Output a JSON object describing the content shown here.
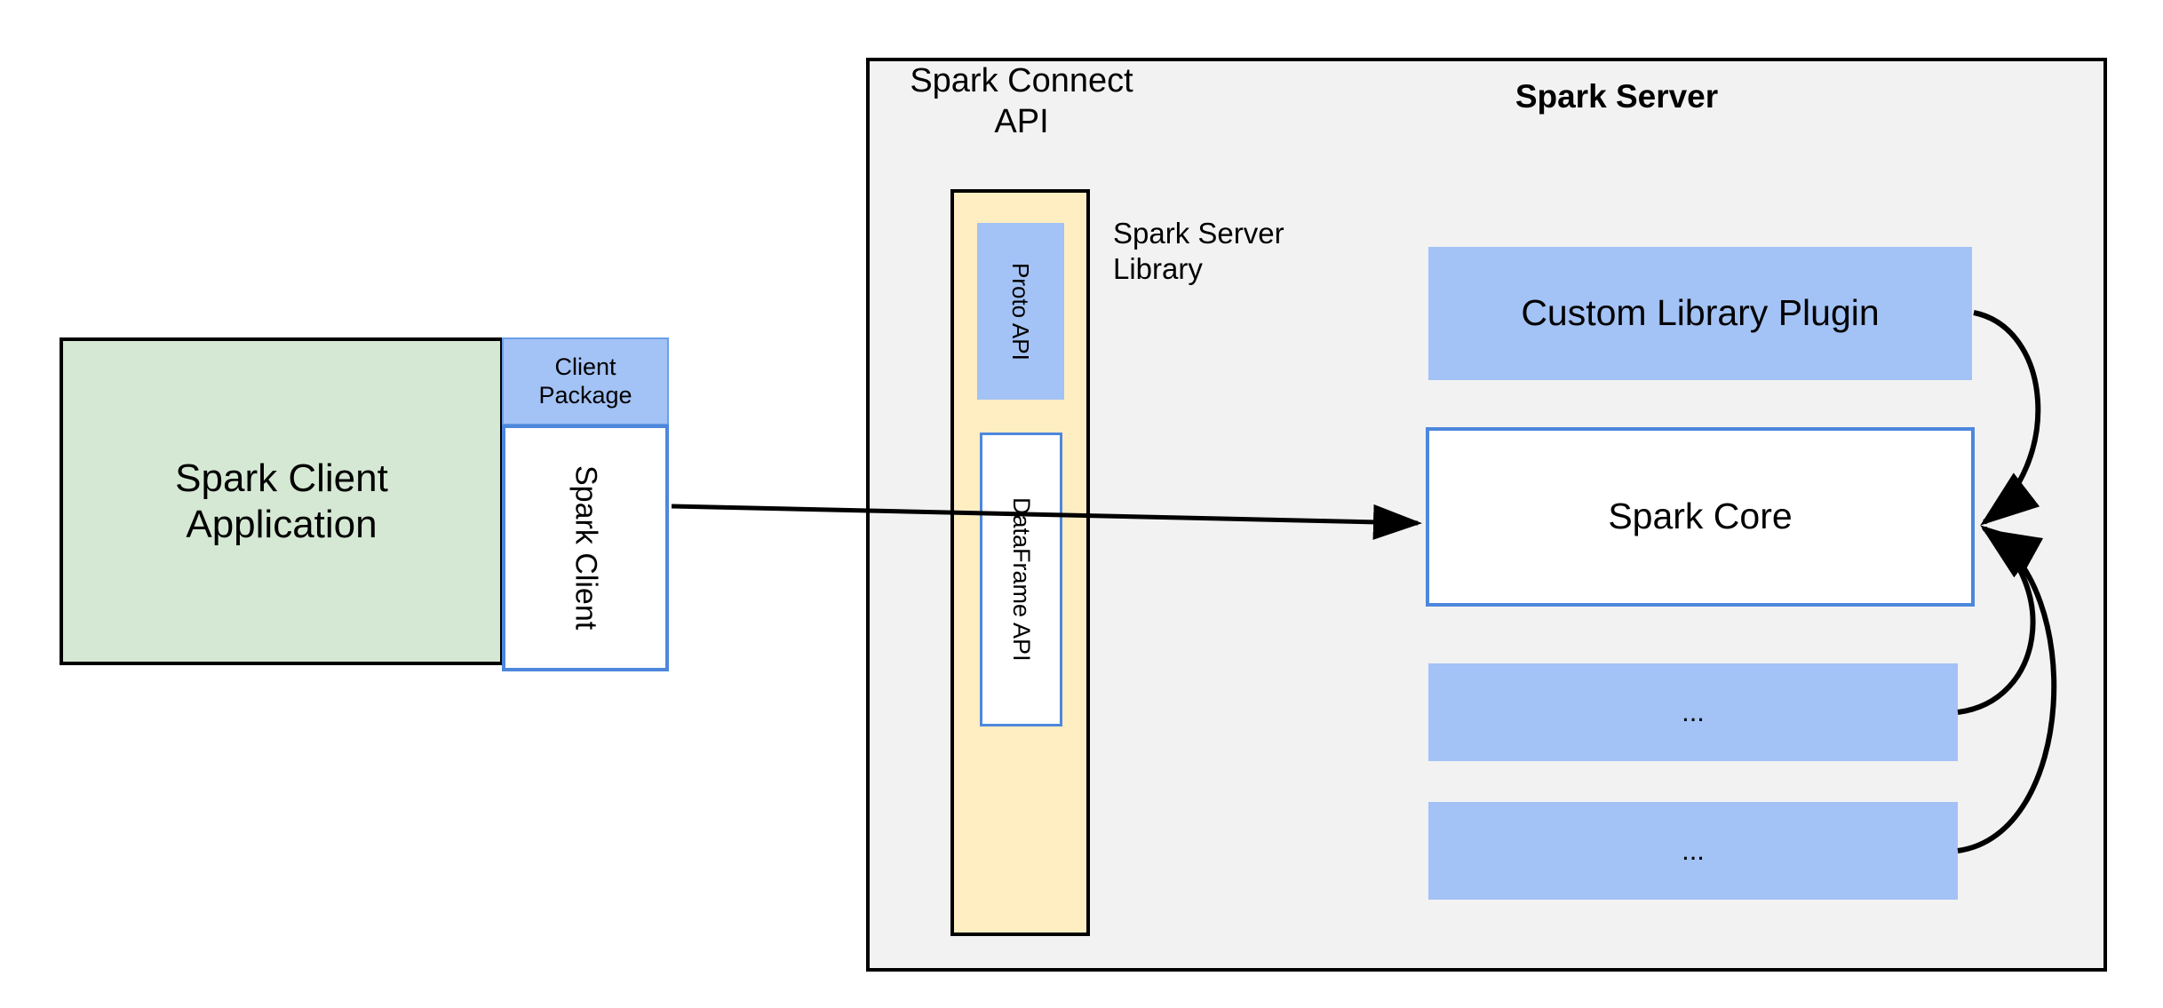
{
  "diagram": {
    "title": "Spark Connect architecture",
    "colors": {
      "client_app_fill": "#d5e8d4",
      "package_blue_fill": "#a3c2f5",
      "blue_border": "#4d87dd",
      "server_panel_fill": "#f2f2f2",
      "server_library_fill": "#ffeec2",
      "outline_black": "#000000",
      "white_fill": "#ffffff"
    },
    "client": {
      "application_label": "Spark Client\nApplication",
      "package_label": "Client\nPackage",
      "spark_client_label": "Spark Client"
    },
    "server": {
      "panel_title": "Spark Server",
      "connect_api_title": "Spark Connect\nAPI",
      "library_title": "Spark Server\nLibrary",
      "library_children": [
        {
          "label": "Proto API",
          "style": "blue-fill"
        },
        {
          "label": "DataFrame API",
          "style": "white-blue-border"
        }
      ],
      "components": [
        {
          "label": "Custom Library Plugin",
          "style": "blue-fill"
        },
        {
          "label": "Spark Core",
          "style": "white-blue-border"
        },
        {
          "label": "...",
          "style": "blue-fill"
        },
        {
          "label": "...",
          "style": "blue-fill"
        }
      ]
    },
    "connectors": [
      {
        "name": "client-to-spark-core",
        "from": "Spark Client",
        "to": "Spark Core",
        "arrow": "end"
      },
      {
        "name": "custom-library-plugin-to-spark-core",
        "from": "Custom Library Plugin",
        "to": "Spark Core",
        "arrow": "end"
      },
      {
        "name": "ellipsis-1-to-spark-core",
        "from": "...",
        "to": "Spark Core",
        "arrow": "end"
      },
      {
        "name": "ellipsis-2-to-spark-core",
        "from": "...",
        "to": "Spark Core",
        "arrow": "end"
      }
    ]
  }
}
